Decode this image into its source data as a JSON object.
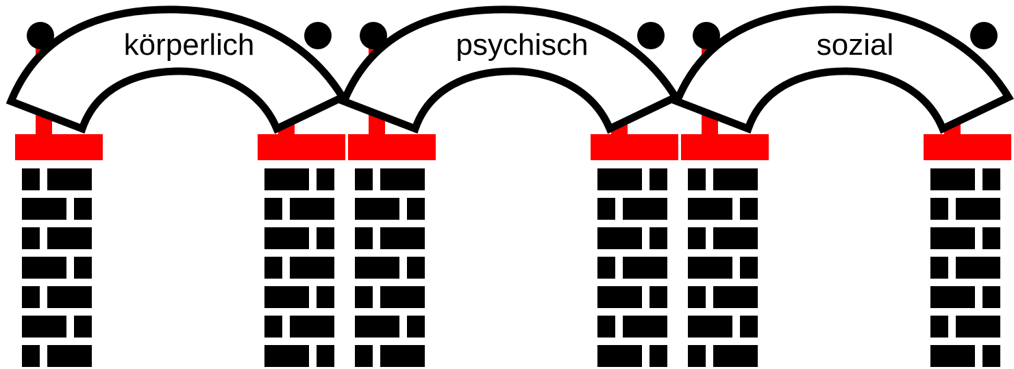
{
  "arches": [
    {
      "id": "koerperlich",
      "label": "körperlich"
    },
    {
      "id": "psychisch",
      "label": "psychisch"
    },
    {
      "id": "sozial",
      "label": "sozial"
    }
  ],
  "colors": {
    "brick": "#000000",
    "capital": "#ff0000",
    "arch_fill": "#ffffff",
    "arch_stroke": "#000000",
    "head": "#000000",
    "background": "#ffffff"
  }
}
